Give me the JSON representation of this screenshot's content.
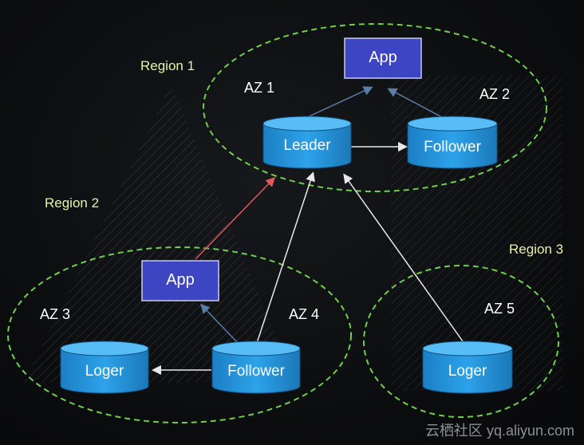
{
  "regions": {
    "region1": "Region 1",
    "region2": "Region 2",
    "region3": "Region 3"
  },
  "zones": {
    "az1": "AZ 1",
    "az2": "AZ 2",
    "az3": "AZ 3",
    "az4": "AZ 4",
    "az5": "AZ 5"
  },
  "nodes": {
    "app_top": "App",
    "app_bottom": "App",
    "leader": "Leader",
    "follower_az2": "Follower",
    "follower_az4": "Follower",
    "loger_az3": "Loger",
    "loger_az5": "Loger"
  },
  "watermark": "云栖社区 yq.aliyun.com",
  "colors": {
    "cylinder": "#2a9ae0",
    "app_box": "#3e45c2",
    "zone_border": "#6fcf4a",
    "region_text": "#e6f2a8",
    "write_link": "#e05a5a",
    "read_link": "#5a7ea8"
  }
}
